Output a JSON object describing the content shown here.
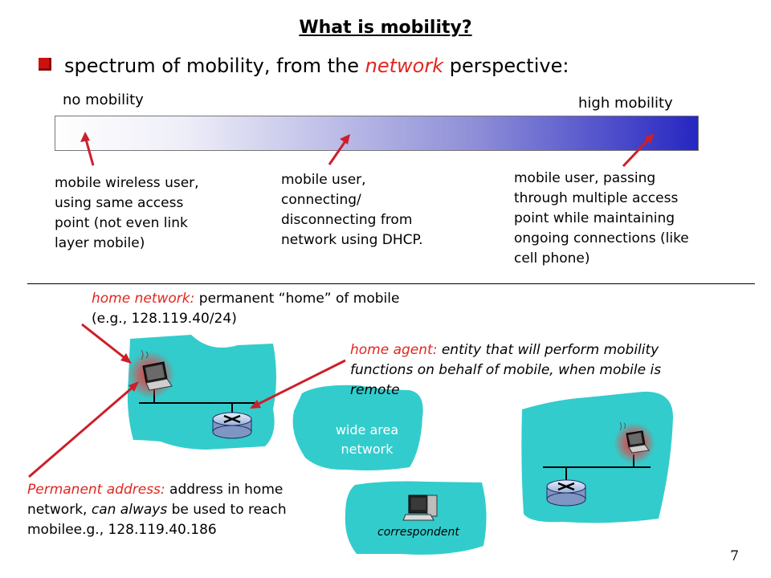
{
  "title": "What is mobility?",
  "headline": {
    "part1": "spectrum of mobility, from the ",
    "highlight": "network",
    "part2": " perspective:"
  },
  "spectrum": {
    "left_label": "no mobility",
    "right_label": "high mobility",
    "notes": {
      "left": [
        "mobile wireless user,",
        "using same access",
        "point (not even link",
        "layer mobile)"
      ],
      "middle": [
        "mobile user,",
        "connecting/",
        "disconnecting from",
        "network using DHCP."
      ],
      "right": [
        "mobile user, passing",
        "through multiple access",
        "point while maintaining",
        "ongoing connections (like",
        "cell phone)"
      ]
    }
  },
  "home_network": {
    "term": "home network:",
    "text": " permanent “home” of mobile",
    "line2": "(e.g., 128.119.40/24)"
  },
  "home_agent": {
    "term": "home agent:",
    "line1": " entity that will perform mobility",
    "line2": "functions on behalf of mobile, when mobile is",
    "line3": "remote"
  },
  "wan": {
    "line1": "wide area",
    "line2": "network"
  },
  "correspondent": "correspondent",
  "permanent_address": {
    "term": "Permanent address:",
    "line1": " address in home",
    "line2a": "network, ",
    "line2_italic": "can always",
    "line2b": " be used to reach",
    "line3": "mobilee.g., 128.119.40.186"
  },
  "slide_number": "7",
  "colors": {
    "accent_red": "#e0261f",
    "cloud_teal": "#33cccc",
    "bar_end_blue": "#2626c2"
  }
}
